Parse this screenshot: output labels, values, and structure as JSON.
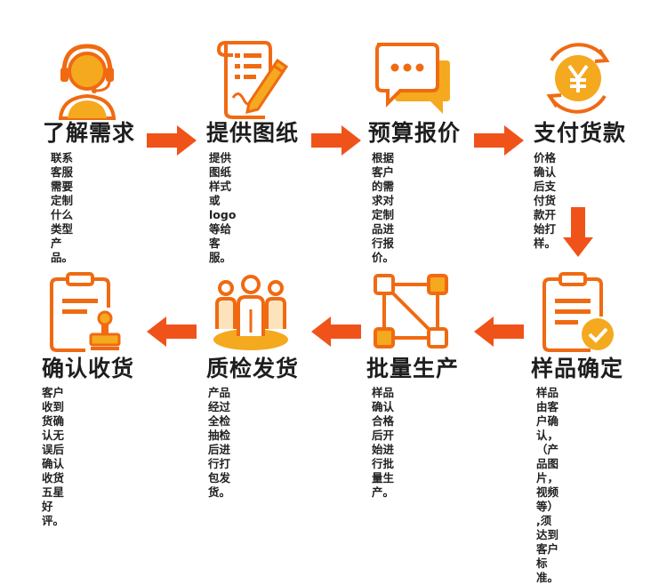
{
  "colors": {
    "orange": "#F06A12",
    "yellow": "#F5A91F",
    "pale": "#FDE3BC",
    "arrow": "#F0531A"
  },
  "steps": [
    {
      "icon": "customer-service-icon",
      "title": "了解需求",
      "desc": [
        "联系客服需要",
        "定制什么类型",
        "产品。"
      ]
    },
    {
      "icon": "drawing-scroll-icon",
      "title": "提供图纸",
      "desc": [
        "提供图纸样式",
        "或logo等给客",
        "服。"
      ]
    },
    {
      "icon": "chat-bubble-icon",
      "title": "预算报价",
      "desc": [
        "根据客户的需",
        "求对定制品进",
        "行报价。"
      ]
    },
    {
      "icon": "yuan-coin-icon",
      "title": "支付货款",
      "desc": [
        "价格确认后支",
        "付货款开始打",
        "样。"
      ]
    },
    {
      "icon": "clipboard-check-icon",
      "title": "样品确定",
      "desc": [
        "样品由客户确",
        "认，（产品图",
        "片，视频等）",
        ",须达到客户",
        "标准。"
      ]
    },
    {
      "icon": "production-network-icon",
      "title": "批量生产",
      "desc": [
        "样品确认合格",
        "后开始进行批",
        "量生产。"
      ]
    },
    {
      "icon": "team-inspection-icon",
      "title": "质检发货",
      "desc": [
        "产品经过全检",
        "抽检后进行打",
        "包发货。"
      ]
    },
    {
      "icon": "clipboard-stamp-icon",
      "title": "确认收货",
      "desc": [
        "客户收到货确",
        "认无误后确认",
        "收货五星好评。"
      ]
    }
  ]
}
